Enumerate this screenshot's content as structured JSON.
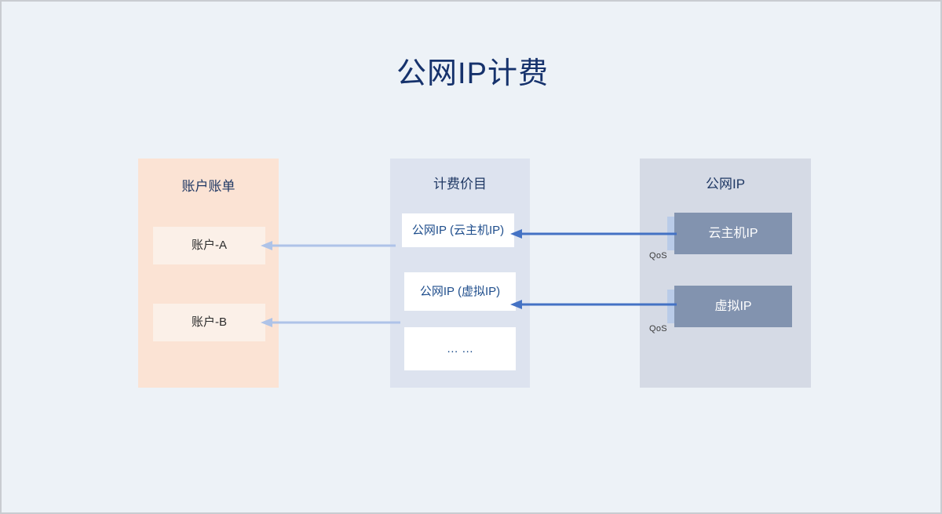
{
  "page": {
    "title": "公网IP计费",
    "background_color": "#EDF2F7",
    "title_color": "#16326C"
  },
  "panels": {
    "billing": {
      "title": "账户账单",
      "background_color": "#FBE3D4",
      "cards": [
        {
          "label": "账户-A",
          "name": "account-a"
        },
        {
          "label": "账户-B",
          "name": "account-b"
        }
      ]
    },
    "pricing": {
      "title": "计费价目",
      "background_color": "#DDE3EF",
      "cards": [
        {
          "label": "公网IP (云主机IP)",
          "name": "price-cloud-host-ip"
        },
        {
          "label": "公网IP (虚拟IP)",
          "name": "price-virtual-ip"
        },
        {
          "label": "… …",
          "name": "price-more"
        }
      ]
    },
    "publicip": {
      "title": "公网IP",
      "background_color": "#D5DAE5",
      "cards": [
        {
          "label": "云主机IP",
          "name": "cloud-host-ip",
          "qos_label": "QoS"
        },
        {
          "label": "虚拟IP",
          "name": "virtual-ip",
          "qos_label": "QoS"
        }
      ]
    }
  },
  "arrows": {
    "ip_to_pricing_color": "#4472C4",
    "pricing_to_billing_color": "#AEC3E8",
    "items": [
      {
        "name": "arrow-cloud-host-ip-to-price",
        "from": "云主机IP",
        "to": "公网IP (云主机IP)"
      },
      {
        "name": "arrow-virtual-ip-to-price",
        "from": "虚拟IP",
        "to": "公网IP (虚拟IP)"
      },
      {
        "name": "arrow-price-to-account-a",
        "from": "公网IP (云主机IP)",
        "to": "账户-A"
      },
      {
        "name": "arrow-price-to-account-b",
        "from": "公网IP (虚拟IP)",
        "to": "账户-B"
      }
    ]
  }
}
